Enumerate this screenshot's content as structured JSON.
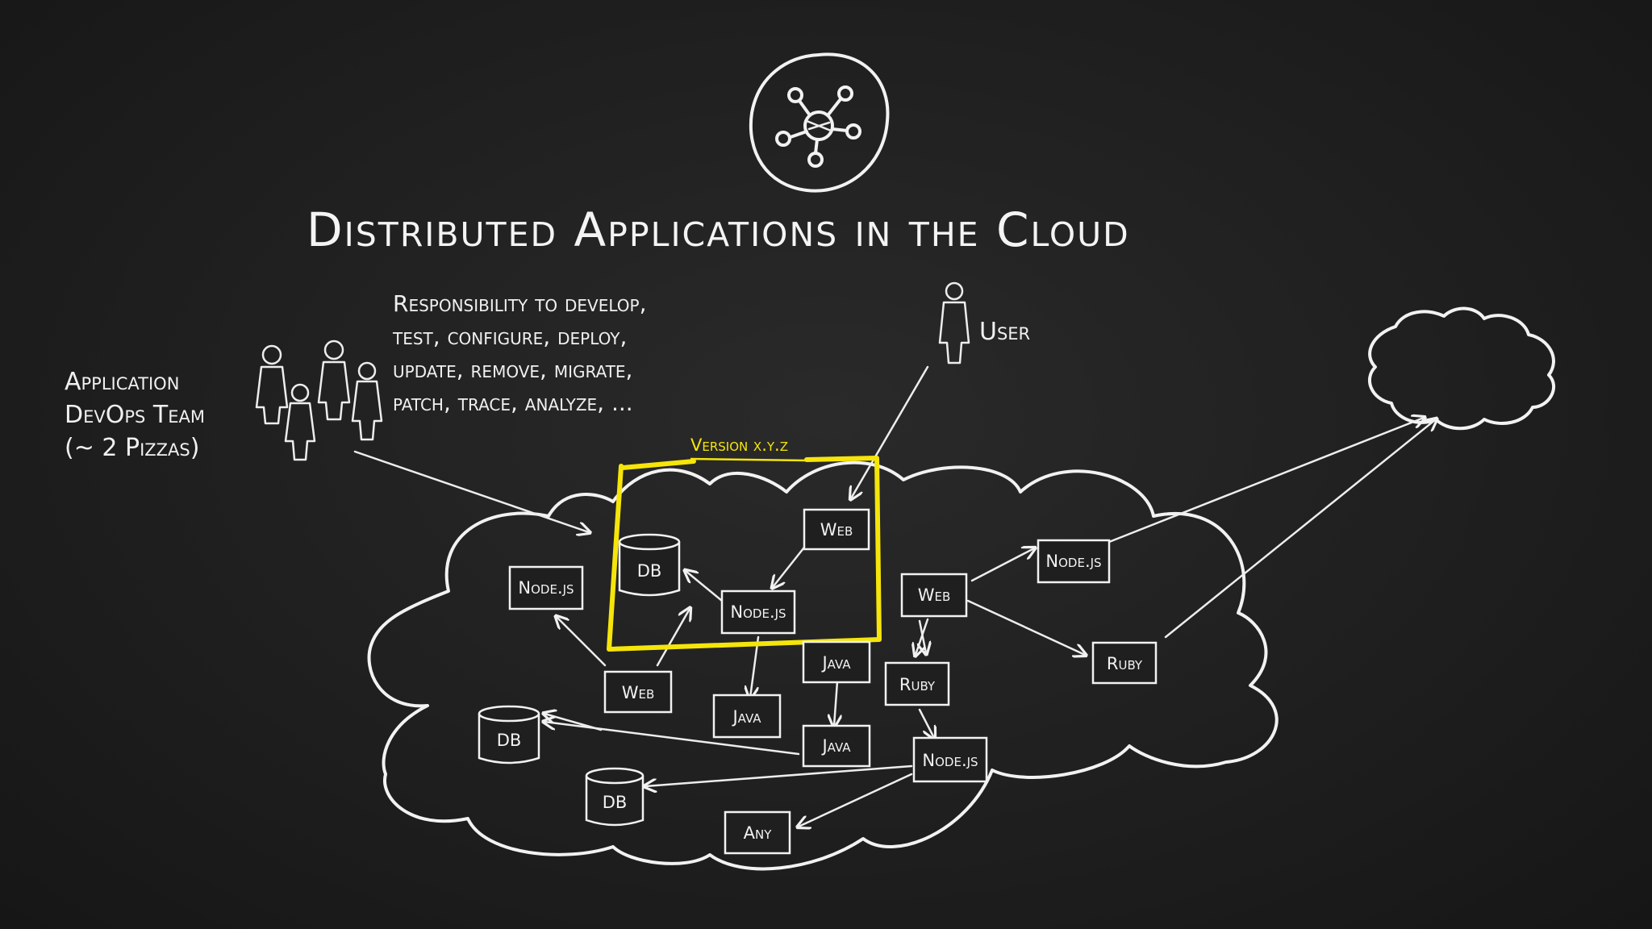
{
  "title": "Distributed Applications in the Cloud",
  "team_label": [
    "Application",
    "DevOps Team",
    "(~ 2 Pizzas)"
  ],
  "responsibility": [
    "Responsibility to develop,",
    "test,  configure, deploy,",
    "update, remove, migrate,",
    "patch, trace, analyze, ..."
  ],
  "user_label": "User",
  "version_label": "Version x.y.z",
  "nodes": [
    {
      "label": "DB",
      "kind": "db"
    },
    {
      "label": "Web",
      "kind": "box"
    },
    {
      "label": "Node.js",
      "kind": "box"
    },
    {
      "label": "Node.js",
      "kind": "box"
    },
    {
      "label": "Web",
      "kind": "box"
    },
    {
      "label": "Node.js",
      "kind": "box"
    },
    {
      "label": "Web",
      "kind": "box"
    },
    {
      "label": "Java",
      "kind": "box"
    },
    {
      "label": "Ruby",
      "kind": "box"
    },
    {
      "label": "Ruby",
      "kind": "box"
    },
    {
      "label": "Java",
      "kind": "box"
    },
    {
      "label": "Java",
      "kind": "box"
    },
    {
      "label": "Node.js",
      "kind": "box"
    },
    {
      "label": "DB",
      "kind": "db"
    },
    {
      "label": "DB",
      "kind": "db"
    },
    {
      "label": "Any",
      "kind": "box"
    }
  ],
  "colors": {
    "board": "#1f1f1f",
    "chalk": "#f2f2f2",
    "highlight": "#f5e50a"
  },
  "icons": [
    "network-hub-icon",
    "team-people-icon",
    "user-person-icon",
    "cloud-icon"
  ]
}
